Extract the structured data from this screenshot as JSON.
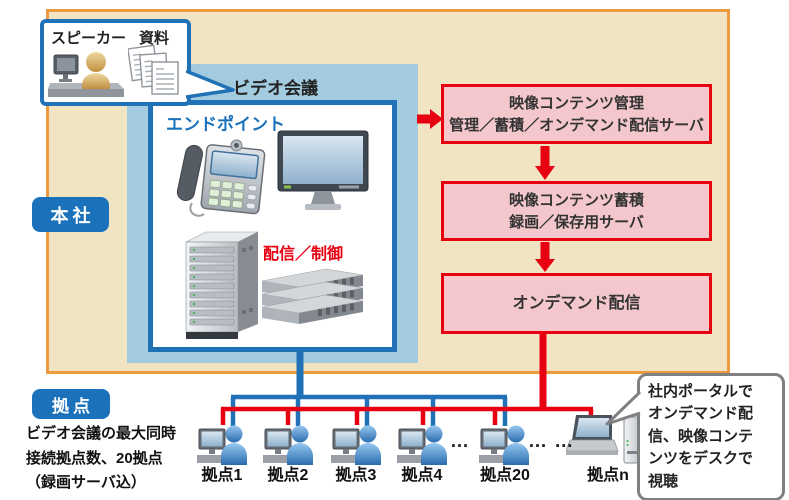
{
  "hq": {
    "label": "本社",
    "bubble": {
      "speaker": "スピーカー",
      "docs": "資料"
    },
    "video_conference": {
      "title": "ビデオ会議",
      "endpoint": "エンドポイント",
      "control": "配信／制御"
    }
  },
  "flow_boxes": [
    {
      "title": "映像コンテンツ管理",
      "subtitle": "管理／蓄積／オンデマンド配信サーバ"
    },
    {
      "title": "映像コンテンツ蓄積",
      "subtitle": "録画／保存用サーバ"
    },
    {
      "title": "オンデマンド配信",
      "subtitle": ""
    }
  ],
  "branches": {
    "label": "拠点",
    "note": "ビデオ会議の最大同時\n接続拠点数、20拠点\n（録画サーバ込）",
    "sites": [
      "拠点1",
      "拠点2",
      "拠点3",
      "拠点4",
      "拠点20"
    ],
    "ellipsis_1": "…",
    "ellipsis_2": "… …",
    "site_n": "拠点n",
    "portal_note": "社内ポータルで\nオンデマンド配\n信、映像コンテ\nンツをデスクで\n視聴"
  },
  "colors": {
    "hq_background": "#f1e4c2",
    "hq_border": "#ee9b3f",
    "videoconf_background": "#a3cbdf",
    "blue": "#1b72ba",
    "red": "#e60012",
    "pink_box_fill": "#f3c7cc",
    "bubble_gray_border": "#808080"
  }
}
